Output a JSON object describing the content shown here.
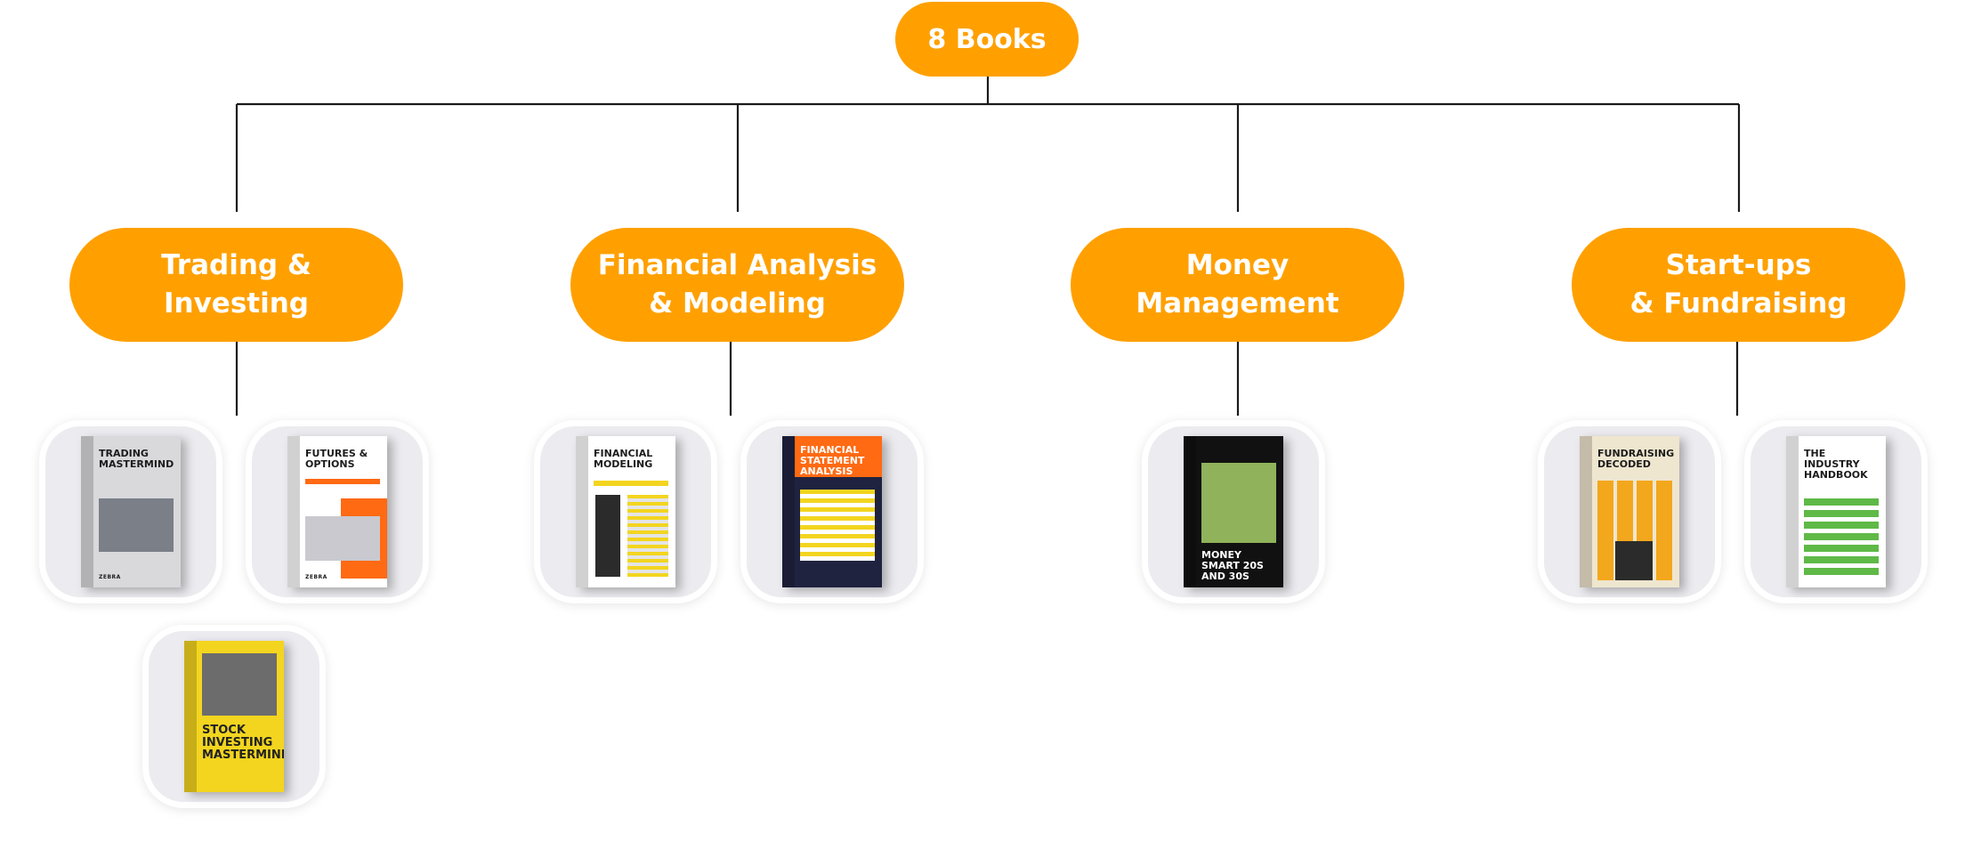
{
  "root": {
    "label": "8 Books"
  },
  "categories": [
    {
      "label": "Trading &\nInvesting"
    },
    {
      "label": "Financial Analysis\n& Modeling"
    },
    {
      "label": "Money\nManagement"
    },
    {
      "label": "Start-ups\n& Fundraising"
    }
  ],
  "books": [
    {
      "title": "Trading Mastermind",
      "cover": "#d9d9dc",
      "ink": "#1c1c1c"
    },
    {
      "title": "Futures & Options",
      "cover": "#ffffff",
      "ink": "#1c1c1c",
      "accent": "#ff6a13"
    },
    {
      "title": "Stock Investing Mastermind",
      "cover": "#f3d51f",
      "ink": "#222222"
    },
    {
      "title": "Financial Modeling",
      "cover": "#ffffff",
      "ink": "#1c1c1c",
      "accent": "#f3d51f"
    },
    {
      "title": "Financial Statement Analysis",
      "cover": "#1f2340",
      "ink": "#ffffff",
      "accent": "#ff6a13"
    },
    {
      "title": "Money Smart 20s and 30s",
      "cover": "#111111",
      "ink": "#ffffff",
      "accent": "#8fb25a"
    },
    {
      "title": "Fundraising Decoded",
      "cover": "#efe6cf",
      "ink": "#1c1c1c",
      "accent": "#f3a71c"
    },
    {
      "title": "The Industry Handbook",
      "cover": "#ffffff",
      "ink": "#1c1c1c",
      "accent": "#5fb947"
    }
  ],
  "colors": {
    "pill": "#ffa000",
    "line": "#1a1a1a",
    "card_bg": "#ecebef"
  }
}
